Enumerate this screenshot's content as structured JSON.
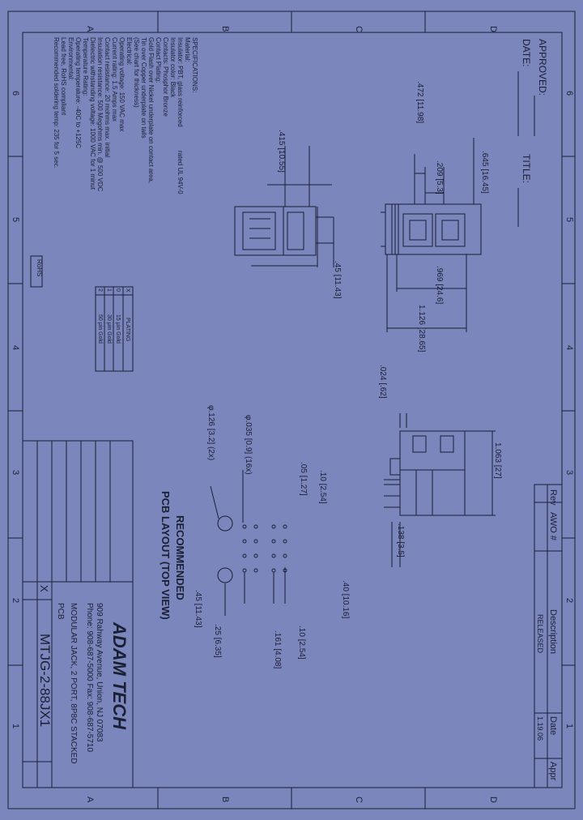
{
  "colors": {
    "background": "#7b86bc",
    "ink": "#1b1f33"
  },
  "border": {
    "letters_top": [
      "A",
      "B",
      "C"
    ],
    "letters_bottom": [
      "A",
      "B",
      "C"
    ],
    "numbers_left": [
      "6",
      "5",
      "4",
      "3",
      "2",
      "1"
    ],
    "numbers_right": [
      "6",
      "5",
      "4",
      "3",
      "2",
      "1"
    ]
  },
  "approval": {
    "approved": "APPROVED:",
    "date": "DATE:",
    "title": "TITLE:"
  },
  "specifications": {
    "lines": [
      "SPECIFICATIONS:",
      "Material:",
      "Insulator: PBT, glass reinforced",
      "rated UL 94V-0",
      "Insulator color: Black",
      "Contacts: Phosphor Bronze",
      "Contact Plating:",
      "Gold Flash over Nickel underplate on contact area,",
      "Tin over Copper underplate on tails",
      "(See chart for thickness)",
      "Electrical:",
      "Operating voltage: 150 VAC max",
      "Current rating: 1.5 Amps max",
      "Contact resistance: 20 mohms max. initial",
      "Insulation resistance: 500 Megohms min. @ 500 VDC",
      "Dielectric withstanding voltage: 1000 VAC for 1 minut",
      "Temperature Rating:",
      "Operating temperature: -40C to +125C",
      "Environmental:",
      "Lead free, RoHS compliant",
      "Recommended soldering temp: 235 for 5 sec."
    ],
    "rohs": "RoHS"
  },
  "plating_table": {
    "headers": [
      "X",
      "PLATING"
    ],
    "rows": [
      [
        "0",
        "15 μin Gold"
      ],
      [
        "1",
        "30 μin Gold"
      ],
      [
        "2",
        "50 μin Gold"
      ]
    ]
  },
  "dimensions": {
    "d1": ".472 [11.98]",
    "d2": ".415 [10.55]",
    "d3": ".645 [16.45]",
    "d4": ".209 [5.3]",
    "d5": ".45 [11.43]",
    "d6": ".969 [24.6]",
    "d7": "1.126 [28.65]",
    "d8": ".024 [.62]",
    "d9": "1.063 [27]",
    "d10": ".138 [3.5]"
  },
  "pcb": {
    "title1": "RECOMMENDED",
    "title2": "PCB LAYOUT (TOP VIEW)",
    "dims": [
      "φ.126 [3.2] (2x)",
      "φ.035 [0.9] (16x)",
      ".05 [1.27]",
      ".10 [2.54]",
      ".40 [10.16]",
      ".10 [2.54]",
      ".161 [4.08]",
      ".45 [11.43]",
      ".25 [6.35]"
    ]
  },
  "revision": {
    "headers": [
      "Rev",
      "AWO #",
      "Description",
      "Date",
      "Appr"
    ],
    "row": [
      "",
      "",
      "RELEASED",
      "1.19.06",
      ""
    ]
  },
  "title_block": {
    "company": "ADAM TECH",
    "address": "909 Rahway Avenue, Union, NJ 07083",
    "phone": "Phone: 908-687-5000 Fax: 908-687-5710",
    "description": "MODULAR JACK, 2 PORT, 8P8C STACKED",
    "subtitle": "PCB",
    "part_number": "MTJG-2-88JX1",
    "variant": "X"
  }
}
